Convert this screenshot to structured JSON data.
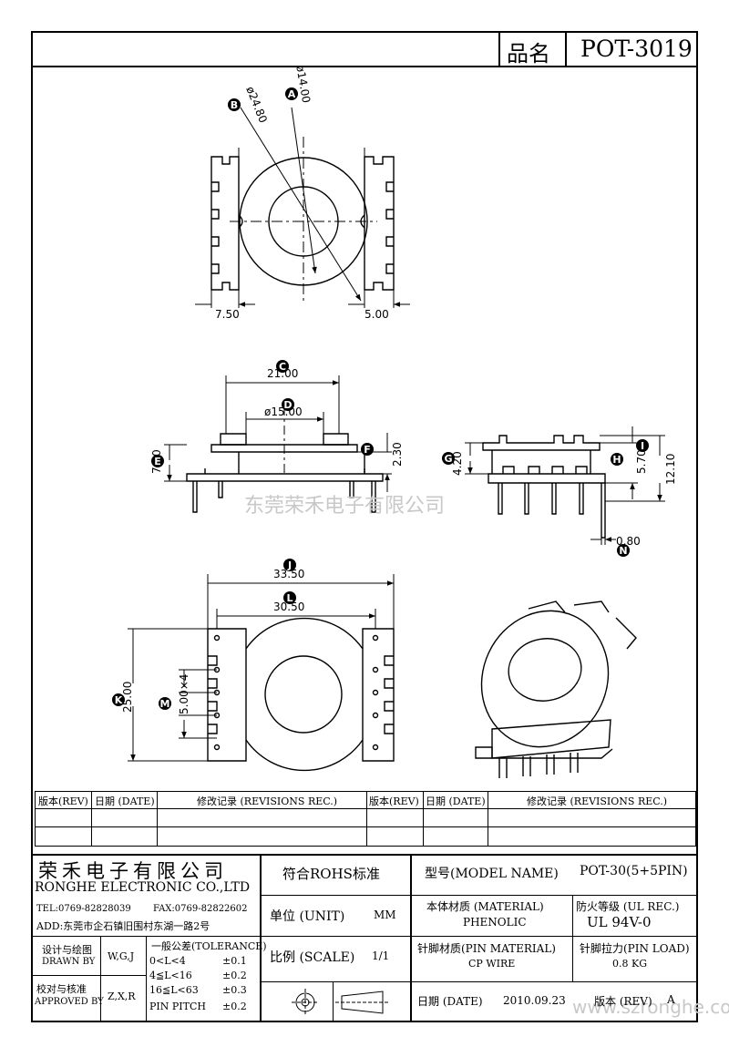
{
  "header": {
    "pn_label": "品名",
    "pn_value": "POT-3019"
  },
  "dims": {
    "A": "A",
    "A_val": "ø14.00",
    "B": "B",
    "B_val": "ø24.80",
    "d750": "7.50",
    "d500": "5.00",
    "C": "C",
    "C_val": "21.00",
    "D": "D",
    "D_val": "ø15.00",
    "E": "E",
    "E_val": "7.30",
    "F": "F",
    "F_val": "2.30",
    "G": "G",
    "G_val": "4.20",
    "H": "H",
    "H_val": "5.70",
    "I": "I",
    "I_val": "12.10",
    "N": "N",
    "N_val": "0.80",
    "J": "J",
    "J_val": "33.50",
    "L": "L",
    "L_val": "30.50",
    "K": "K",
    "K_val": "25.00",
    "M": "M",
    "M_val": "5.00×4"
  },
  "watermark": {
    "center": "东莞荣禾电子有限公司",
    "url": "www.szronghe.com"
  },
  "revisions": {
    "rev": "版本(REV)",
    "date": "日期 (DATE)",
    "rec": "修改记录 (REVISIONS REC.)"
  },
  "company": {
    "name_cn": "荣禾电子有限公司",
    "name_en": "RONGHE ELECTRONIC CO.,LTD",
    "tel": "TEL:0769-82828039",
    "fax": "FAX:0769-82822602",
    "addr": "ADD:东莞市企石镇旧围村东湖一路2号"
  },
  "title_block": {
    "rohs": "符合ROHS标准",
    "model_label": "型号(MODEL NAME)",
    "model_value": "POT-30(5+5PIN)",
    "unit_label": "单位 (UNIT)",
    "unit_value": "MM",
    "material_label": "本体材质 (MATERIAL)",
    "material_value": "PHENOLIC",
    "flame_label": "防火等级 (UL REC.)",
    "flame_value": "UL 94V-0",
    "scale_label": "比例 (SCALE)",
    "scale_value": "1/1",
    "pin_mat_label": "针脚材质(PIN MATERIAL)",
    "pin_mat_value": "CP WIRE",
    "pin_load_label": "针脚拉力(PIN LOAD)",
    "pin_load_value": "0.8 KG",
    "date_label": "日期 (DATE)",
    "date_value": "2010.09.23",
    "rev_label": "版本 (REV)",
    "rev_value": "A",
    "drawn_cn": "设计与绘图",
    "drawn_en": "DRAWN BY",
    "drawn_value": "W,G,J",
    "approved_cn": "校对与核准",
    "approved_en": "APPROVED BY",
    "approved_value": "Z,X,R",
    "tol_title": "一般公差(TOLERANCE)",
    "tol1_range": "0<L<4",
    "tol1_val": "±0.1",
    "tol2_range": "4≦L<16",
    "tol2_val": "±0.2",
    "tol3_range": "16≦L<63",
    "tol3_val": "±0.3",
    "tol4_range": "PIN PITCH",
    "tol4_val": "±0.2"
  }
}
